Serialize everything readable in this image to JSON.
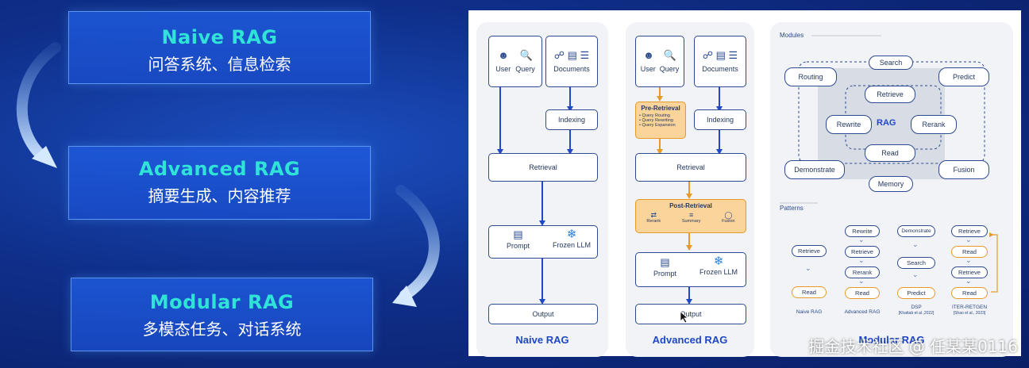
{
  "stages": [
    {
      "title": "Naive RAG",
      "subtitle": "问答系统、信息检索"
    },
    {
      "title": "Advanced RAG",
      "subtitle": "摘要生成、内容推荐"
    },
    {
      "title": "Modular RAG",
      "subtitle": "多模态任务、对话系统"
    }
  ],
  "naive": {
    "user": "User",
    "query": "Query",
    "documents": "Documents",
    "indexing": "Indexing",
    "retrieval": "Retrieval",
    "prompt": "Prompt",
    "frozen_llm": "Frozen LLM",
    "output": "Output",
    "title": "Naive RAG"
  },
  "advanced": {
    "user": "User",
    "query": "Query",
    "documents": "Documents",
    "pre_retrieval": "Pre-Retrieval",
    "pre_items": [
      "• Query Routing",
      "• Query Rewriting",
      "• Query Expansion"
    ],
    "indexing": "Indexing",
    "retrieval": "Retrieval",
    "post_retrieval": "Post-Retrieval",
    "post_items": [
      "Rerank",
      "Summary",
      "Fusion"
    ],
    "prompt": "Prompt",
    "frozen_llm": "Frozen LLM",
    "output": "Output",
    "title": "Advanced RAG"
  },
  "modular": {
    "modules_label": "Modules",
    "search": "Search",
    "routing": "Routing",
    "predict": "Predict",
    "retrieve": "Retrieve",
    "rewrite": "Rewrite",
    "rag": "RAG",
    "rerank": "Rerank",
    "read": "Read",
    "demonstrate": "Demonstrate",
    "fusion": "Fusion",
    "memory": "Memory",
    "patterns_label": "Patterns",
    "patterns": [
      {
        "boxes": [
          "Retrieve",
          "Read"
        ],
        "label": "Naive RAG",
        "cite": ""
      },
      {
        "boxes": [
          "Rewrite",
          "Retrieve",
          "Rerank",
          "Read"
        ],
        "label": "Advanced RAG",
        "cite": ""
      },
      {
        "boxes": [
          "Demonstrate",
          "Search",
          "Predict"
        ],
        "label": "DSP",
        "cite": "[Khattab et al.,2022]"
      },
      {
        "boxes": [
          "Retrieve",
          "Read",
          "Retrieve",
          "Read"
        ],
        "label": "ITER-RETGEN",
        "cite": "[Shao et al., 2023]"
      }
    ],
    "title": "Modular RAG"
  },
  "watermark": "掘金技术社区 @ 任某某0116",
  "colors": {
    "accent_teal": "#2fe3d6",
    "panel_blue": "#1f47c6",
    "orange": "#e79a2a"
  }
}
